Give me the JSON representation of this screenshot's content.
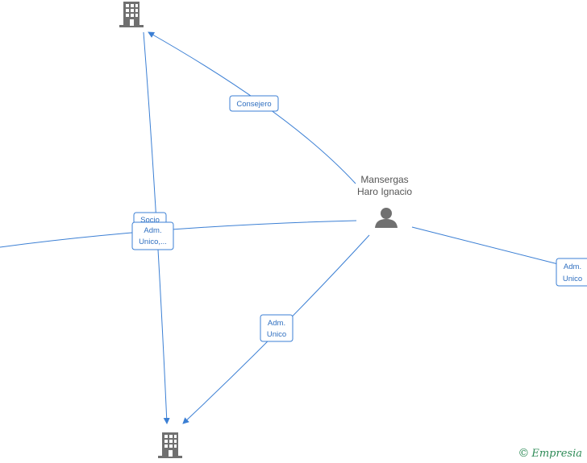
{
  "person": {
    "name_line1": "Mansergas",
    "name_line2": "Haro Ignacio",
    "icon": "person-icon"
  },
  "companies": [
    {
      "id": "company-top",
      "icon": "building-icon"
    },
    {
      "id": "company-bottom",
      "icon": "building-icon"
    }
  ],
  "edges": {
    "consejero": {
      "line1": "Consejero"
    },
    "socio": {
      "line1": "Socio"
    },
    "adm_unico_left": {
      "line1": "Adm.",
      "line2": "Unico,..."
    },
    "adm_unico_right": {
      "line1": "Adm.",
      "line2": "Unico"
    },
    "adm_unico_center": {
      "line1": "Adm.",
      "line2": "Unico"
    }
  },
  "colors": {
    "edge": "#3b7fd4",
    "icon": "#707070",
    "watermark": "#2e8b57"
  },
  "watermark": {
    "symbol": "©",
    "text": "Empresia"
  }
}
